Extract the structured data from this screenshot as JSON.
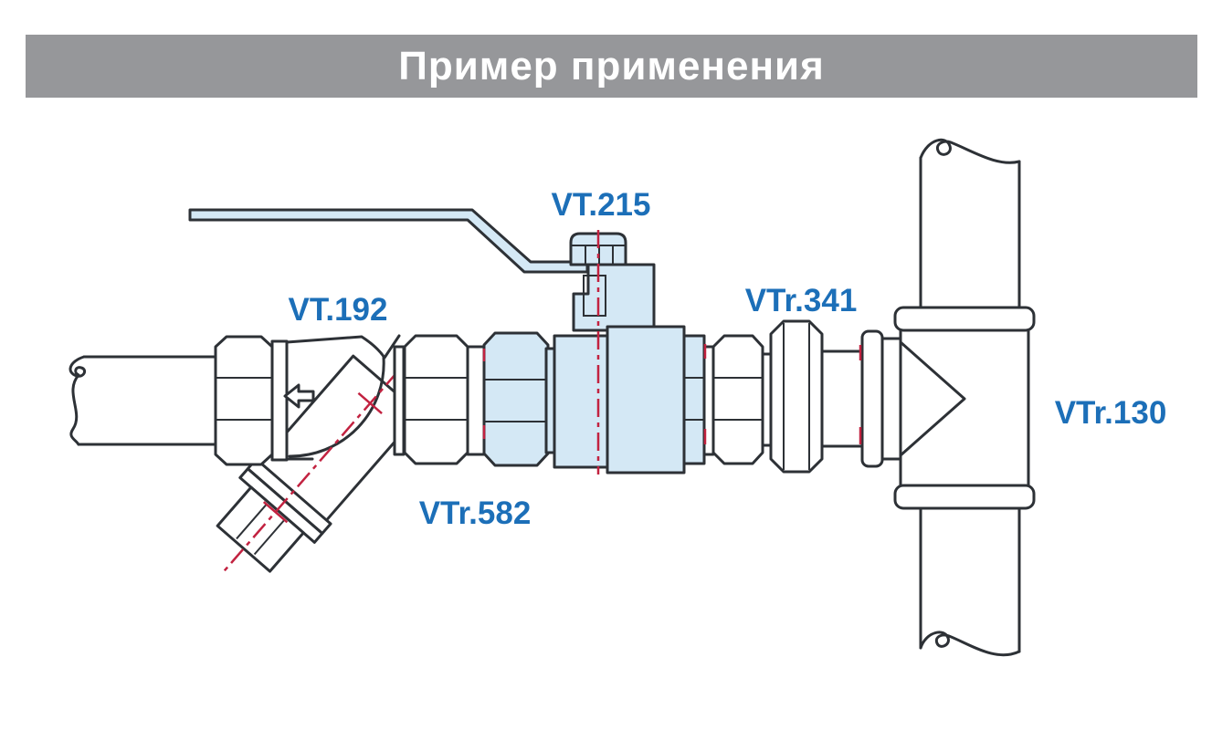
{
  "header": {
    "title": "Пример применения"
  },
  "colors": {
    "header_bg": "#96979a",
    "header_text": "#ffffff",
    "outline": "#2d3136",
    "component_fill_blue": "#d4e8f5",
    "label_blue": "#1c6fb8",
    "centerline_red": "#c22240"
  },
  "labels": {
    "ball_valve": "VT.215",
    "strainer": "VT.192",
    "union": "VTr.341",
    "tee": "VTr.130",
    "fitting": "VTr.582"
  }
}
